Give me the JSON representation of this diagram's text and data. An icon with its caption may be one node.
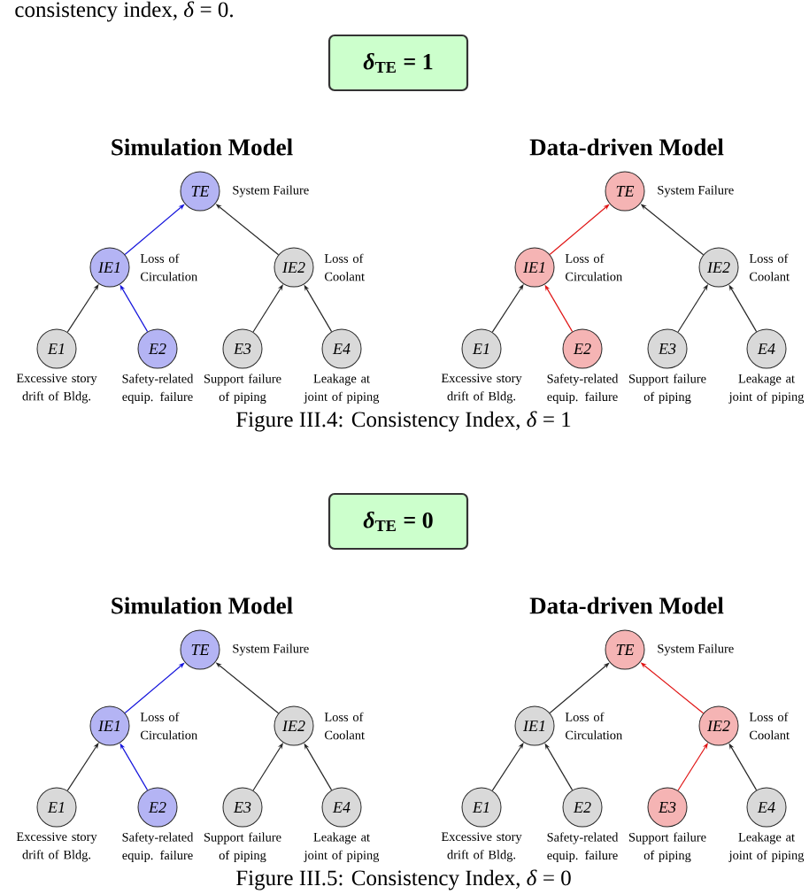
{
  "diagram": {
    "nodes": [
      {
        "text": [
          "*δ*$_{TE}$ = 1"
        ]
      },
      {
        "text": [
          "TE"
        ],
        "beside": [
          "System Failure"
        ]
      },
      {
        "text": [
          "IE1"
        ],
        "beside": [
          "Loss of Circulation"
        ]
      },
      {
        "text": [
          "IE2"
        ],
        "beside": [
          "Loss of Coolant"
        ]
      },
      {
        "text": [
          "E1"
        ],
        "beside": [
          "Excessive story drift of Bldg."
        ]
      },
      {
        "text": [
          "E2"
        ],
        "beside": [
          "Safety-related equip. failure"
        ]
      },
      {
        "text": [
          "E3"
        ],
        "beside": [
          "Support failure of piping"
        ]
      },
      {
        "text": [
          "E4"
        ],
        "beside": [
          "Leakage at joint of piping"
        ]
      },
      {
        "text": [
          "TE"
        ],
        "beside": [
          "System Failure"
        ]
      },
      {
        "text": [
          "IE1"
        ],
        "beside": [
          "Loss of Circulation"
        ]
      },
      {
        "text": [
          "IE2"
        ],
        "beside": [
          "Loss of Coolant"
        ]
      },
      {
        "text": [
          "E1"
        ],
        "beside": [
          "Excessive story drift of Bldg."
        ]
      },
      {
        "text": [
          "E2"
        ],
        "beside": [
          "Safety-related equip. failure"
        ]
      },
      {
        "text": [
          "E3"
        ],
        "beside": [
          "Support failure of piping"
        ]
      },
      {
        "text": [
          "E4"
        ],
        "beside": [
          "Leakage at joint of piping"
        ]
      },
      {
        "text": [
          "*δ*$_{TE}$ = 0"
        ]
      },
      {
        "text": [
          "TE"
        ],
        "beside": [
          "System Failure"
        ]
      },
      {
        "text": [
          "IE1"
        ],
        "beside": [
          "Loss of Circulation"
        ]
      },
      {
        "text": [
          "IE2"
        ],
        "beside": [
          "Loss of Coolant"
        ]
      },
      {
        "text": [
          "E1"
        ],
        "beside": [
          "Excessive story drift of Bldg."
        ]
      },
      {
        "text": [
          "E2"
        ],
        "beside": [
          "Safety-related equip. failure"
        ]
      },
      {
        "text": [
          "E3"
        ],
        "beside": [
          "Support failure of piping"
        ]
      },
      {
        "text": [
          "E4"
        ],
        "beside": [
          "Leakage at joint of piping"
        ]
      },
      {
        "text": [
          "TE"
        ],
        "beside": [
          "System Failure"
        ]
      },
      {
        "text": [
          "IE1"
        ],
        "beside": [
          "Loss of Circulation"
        ]
      },
      {
        "text": [
          "IE2"
        ],
        "beside": [
          "Loss of Coolant"
        ]
      },
      {
        "text": [
          "E1"
        ],
        "beside": [
          "Excessive story drift of Bldg."
        ]
      },
      {
        "text": [
          "E2"
        ],
        "beside": [
          "Safety-related equip. failure"
        ]
      },
      {
        "text": [
          "E3"
        ],
        "beside": [
          "Support failure of piping"
        ]
      },
      {
        "text": [
          "E4"
        ],
        "beside": [
          "Leakage at joint of piping"
        ]
      }
    ],
    "edges": [
      {
        "from": 4,
        "to": 2,
        "arrow": "to"
      },
      {
        "from": 5,
        "to": 2,
        "arrow": "to",
        "color": "#1414dc"
      },
      {
        "from": 6,
        "to": 3,
        "arrow": "to"
      },
      {
        "from": 7,
        "to": 3,
        "arrow": "to"
      },
      {
        "from": 2,
        "to": 1,
        "arrow": "to",
        "color": "#1414dc"
      },
      {
        "from": 3,
        "to": 1,
        "arrow": "to"
      },
      {
        "from": 11,
        "to": 9,
        "arrow": "to"
      },
      {
        "from": 12,
        "to": 9,
        "arrow": "to",
        "color": "#e01414"
      },
      {
        "from": 13,
        "to": 10,
        "arrow": "to"
      },
      {
        "from": 14,
        "to": 10,
        "arrow": "to"
      },
      {
        "from": 9,
        "to": 8,
        "arrow": "to",
        "color": "#e01414"
      },
      {
        "from": 10,
        "to": 8,
        "arrow": "to"
      },
      {
        "from": 19,
        "to": 17,
        "arrow": "to"
      },
      {
        "from": 20,
        "to": 17,
        "arrow": "to",
        "color": "#1414dc"
      },
      {
        "from": 21,
        "to": 18,
        "arrow": "to"
      },
      {
        "from": 22,
        "to": 18,
        "arrow": "to"
      },
      {
        "from": 17,
        "to": 16,
        "arrow": "to",
        "color": "#1414dc"
      },
      {
        "from": 18,
        "to": 16,
        "arrow": "to"
      },
      {
        "from": 26,
        "to": 24,
        "arrow": "to"
      },
      {
        "from": 27,
        "to": 24,
        "arrow": "to"
      },
      {
        "from": 28,
        "to": 25,
        "arrow": "to",
        "color": "#e01414"
      },
      {
        "from": 29,
        "to": 25,
        "arrow": "to"
      },
      {
        "from": 24,
        "to": 23,
        "arrow": "to"
      },
      {
        "from": 25,
        "to": 23,
        "arrow": "to",
        "color": "#e01414"
      }
    ],
    "labels": [
      "consistency index, *δ* = 0.",
      "Simulation Model",
      "Data-driven Model",
      "Figure III.4: Consistency Index, *δ* = 1",
      "Simulation Model",
      "Data-driven Model",
      "Figure III.5: Consistency Index, *δ* = 0"
    ]
  }
}
